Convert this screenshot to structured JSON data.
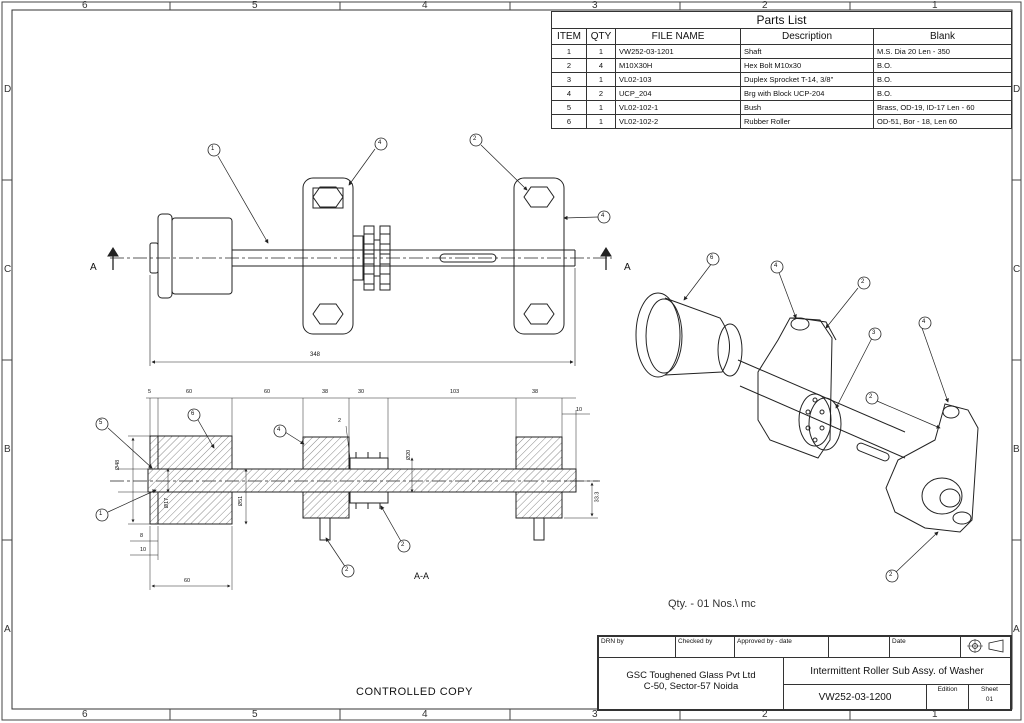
{
  "frame": {
    "col_labels_top": [
      "6",
      "5",
      "4",
      "3",
      "2",
      "1"
    ],
    "col_labels_bottom": [
      "6",
      "5",
      "4",
      "3",
      "2",
      "1"
    ],
    "row_labels_left": [
      "D",
      "C",
      "B",
      "A"
    ],
    "row_labels_right": [
      "D",
      "C",
      "B",
      "A"
    ]
  },
  "parts_list": {
    "title": "Parts List",
    "headers": [
      "ITEM",
      "QTY",
      "FILE NAME",
      "Description",
      "Blank"
    ],
    "rows": [
      [
        "1",
        "1",
        "VW252-03-1201",
        "Shaft",
        "M.S. Dia 20 Len - 350"
      ],
      [
        "2",
        "4",
        "M10X30H",
        "Hex Bolt M10x30",
        "B.O."
      ],
      [
        "3",
        "1",
        "VL02-103",
        "Duplex Sprocket T-14, 3/8\"",
        "B.O."
      ],
      [
        "4",
        "2",
        "UCP_204",
        "Brg with Block UCP-204",
        "B.O."
      ],
      [
        "5",
        "1",
        "VL02-102-1",
        "Bush",
        "Brass, OD-19, ID-17 Len - 60"
      ],
      [
        "6",
        "1",
        "VL02-102-2",
        "Rubber Roller",
        "OD-51, Bor - 18, Len 60"
      ]
    ]
  },
  "top_view": {
    "section_mark": "A",
    "overall_dim": "348",
    "balloons": [
      "1",
      "4",
      "2",
      "4"
    ]
  },
  "section_view": {
    "label": "A-A",
    "dims_top": [
      "5",
      "60",
      "60",
      "38",
      "30",
      "103",
      "38"
    ],
    "dim_small_10_right": "10",
    "dim_2": "2",
    "dims_left": [
      "8",
      "10"
    ],
    "dim_bottom": "60",
    "dim_right": "33.3",
    "dia_labels": [
      "Ø48",
      "Ø17",
      "Ø51",
      "Ø20"
    ],
    "balloons": [
      "5",
      "6",
      "4",
      "1",
      "2",
      "2"
    ]
  },
  "iso_view": {
    "balloons": [
      "6",
      "4",
      "2",
      "3",
      "4",
      "2",
      "2"
    ]
  },
  "qty_note": "Qty. - 01 Nos.\\ mc",
  "controlled_copy": "CONTROLLED COPY",
  "title_block": {
    "drn_by": "DRN by",
    "checked_by": "Checked by",
    "approved_by": "Approved by - date",
    "date": "Date",
    "company_line1": "GSC Toughened Glass Pvt Ltd",
    "company_line2": "C-50, Sector-57 Noida",
    "title": "Intermittent Roller Sub Assy. of Washer",
    "drawing_no": "VW252-03-1200",
    "edition": "Edition",
    "sheet_label": "Sheet",
    "sheet_no": "01"
  }
}
